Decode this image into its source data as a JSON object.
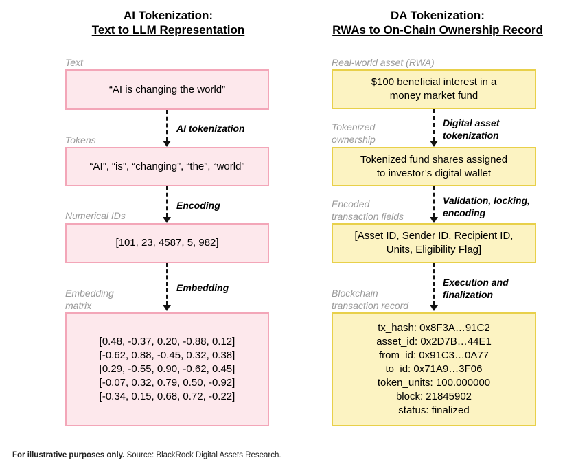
{
  "left": {
    "title_line1": "AI Tokenization:",
    "title_line2": "Text to LLM Representation",
    "stages": [
      {
        "label": "Text",
        "content": [
          "“AI is changing the world”"
        ]
      },
      {
        "label": "Tokens",
        "content": [
          "“AI”, “is”, “changing”, “the”, “world”"
        ]
      },
      {
        "label": "Numerical IDs",
        "content": [
          "[101, 23, 4587, 5, 982]"
        ]
      },
      {
        "label_lines": [
          "Embedding",
          "matrix"
        ],
        "content": [
          "[0.48, -0.37, 0.20, -0.88, 0.12]",
          "[-0.62, 0.88, -0.45, 0.32, 0.38]",
          "[0.29, -0.55, 0.90, -0.62, 0.45]",
          "[-0.07, 0.32, 0.79, 0.50, -0.92]",
          "[-0.34, 0.15, 0.68, 0.72, -0.22]"
        ]
      }
    ],
    "arrows": [
      {
        "label_lines": [
          "AI tokenization"
        ]
      },
      {
        "label_lines": [
          "Encoding"
        ]
      },
      {
        "label_lines": [
          "Embedding"
        ]
      }
    ]
  },
  "right": {
    "title_line1": "DA Tokenization:",
    "title_line2": "RWAs to On-Chain Ownership Record",
    "stages": [
      {
        "label_lines": [
          "Real-world asset (RWA)"
        ],
        "content": [
          "$100 beneficial interest in a",
          "money market fund"
        ]
      },
      {
        "label_lines": [
          "Tokenized",
          "ownership"
        ],
        "content": [
          "Tokenized fund shares assigned",
          "to investor’s digital wallet"
        ]
      },
      {
        "label_lines": [
          "Encoded",
          "transaction fields"
        ],
        "content": [
          "[Asset ID, Sender ID, Recipient ID,",
          "Units, Eligibility Flag]"
        ]
      },
      {
        "label_lines": [
          "Blockchain",
          "transaction record"
        ],
        "content": [
          "tx_hash: 0x8F3A…91C2",
          "asset_id: 0x2D7B…44E1",
          "from_id: 0x91C3…0A77",
          "to_id: 0x71A9…3F06",
          "token_units: 100.000000",
          "block: 21845902",
          "status: finalized"
        ]
      }
    ],
    "arrows": [
      {
        "label_lines": [
          "Digital asset",
          "tokenization"
        ]
      },
      {
        "label_lines": [
          "Validation, locking,",
          "encoding"
        ]
      },
      {
        "label_lines": [
          "Execution and",
          "finalization"
        ]
      }
    ]
  },
  "footer": {
    "bold": "For illustrative purposes only.",
    "text": " Source: BlackRock Digital Assets Research."
  },
  "colors": {
    "pink_fill": "#fde8ec",
    "pink_border": "#f3a6b8",
    "yellow_fill": "#fcf3c2",
    "yellow_border": "#e8d04a",
    "stage_label": "#9a9a9a"
  }
}
